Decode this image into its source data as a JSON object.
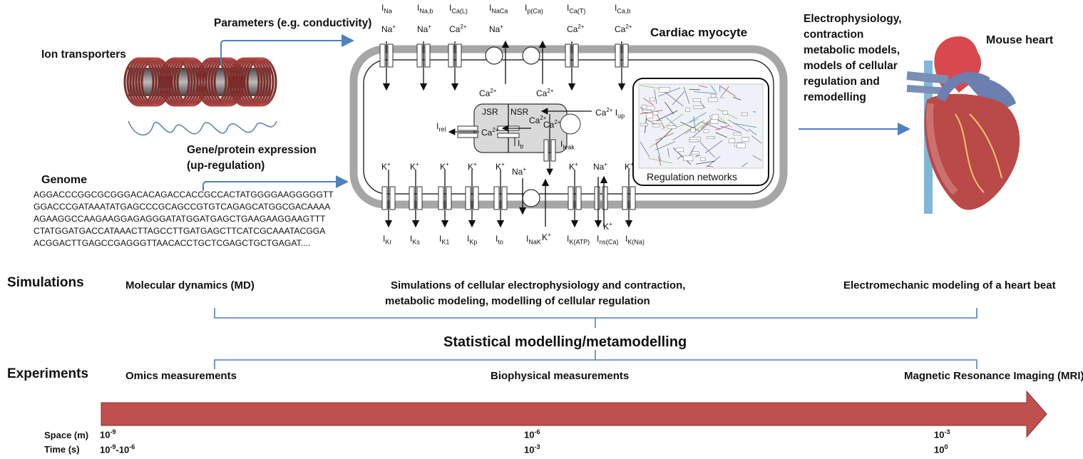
{
  "labels": {
    "parameters": "Parameters (e.g. conductivity)",
    "ion_transporters": "Ion transporters",
    "gene_protein": "Gene/protein expression",
    "up_regulation": "(up-regulation)",
    "genome": "Genome",
    "cardiac_myocyte": "Cardiac myocyte",
    "regulation_networks": "Regulation networks",
    "mouse_heart": "Mouse heart",
    "right_models": [
      "Electrophysiology,",
      "contraction",
      "metabolic models,",
      "models of cellular",
      "regulation and",
      "remodelling"
    ]
  },
  "genome_sequence": [
    "AGGACCCGGCGCGGGACACAGACCACCGCCACTATGGGGAAGGGGGTT",
    "GGACCCGATAAATATGAGCCCGCAGCCGTGTCAGAGCATGGCGACAAAA",
    "AGAAGGCCAAGAAGGAGAGGGATATGGATGAGCTGAAGAAGGAAGTTT",
    "CTATGGATGACCATAAACTTAGCCTTGATGAGCTTCATCGCAAATACGGA",
    "ACGGACTTGAGCCGAGGGTTAACACCTGCTCGAGCTGCTGAGAT...."
  ],
  "top_currents": [
    {
      "main": "I",
      "sub": "Na",
      "ion": "Na",
      "charge": "+"
    },
    {
      "main": "I",
      "sub": "Na,b",
      "ion": "Na",
      "charge": "+"
    },
    {
      "main": "I",
      "sub": "Ca(L)",
      "ion": "Ca",
      "charge": "2+"
    },
    {
      "main": "I",
      "sub": "NaCa",
      "ion": "Na",
      "charge": "+"
    },
    {
      "main": "I",
      "sub": "p(Ca)",
      "ion": "",
      "charge": ""
    },
    {
      "main": "I",
      "sub": "Ca(T)",
      "ion": "Ca",
      "charge": "2+"
    },
    {
      "main": "I",
      "sub": "Ca,b",
      "ion": "Ca",
      "charge": "2+"
    }
  ],
  "inner_ca_labels": [
    "Ca",
    "Ca"
  ],
  "sr": {
    "jsr": "JSR",
    "nsr": "NSR",
    "rel": "rel",
    "tr": "tr",
    "up": "up",
    "leak": "leak",
    "ca": "Ca",
    "ca_charge": "2+"
  },
  "bottom_top_ions": [
    "K",
    "K",
    "K",
    "K",
    "K",
    "Na",
    "K",
    "Na",
    "K"
  ],
  "bottom_currents": [
    {
      "main": "I",
      "sub": "Kr"
    },
    {
      "main": "I",
      "sub": "Ks"
    },
    {
      "main": "I",
      "sub": "K1"
    },
    {
      "main": "I",
      "sub": "Kp"
    },
    {
      "main": "I",
      "sub": "to"
    },
    {
      "main": "I",
      "sub": "NaK"
    },
    {
      "main": "I",
      "sub": "K(ATP)"
    },
    {
      "main": "I",
      "sub": "ns(Ca)"
    },
    {
      "main": "I",
      "sub": "K(Na)"
    }
  ],
  "nak_k": "K",
  "nsca_k": "K",
  "rows": {
    "simulations": "Simulations",
    "md": "Molecular dynamics (MD)",
    "sim_cell_1": "Simulations of cellular electrophysiology and contraction,",
    "sim_cell_2": "metabolic modeling, modelling of cellular regulation",
    "electromech": "Electromechanic modeling of a heart beat",
    "statistical": "Statistical modelling/metamodelling",
    "experiments": "Experiments",
    "omics": "Omics measurements",
    "biophysical": "Biophysical measurements",
    "mri": "Magnetic Resonance Imaging (MRI)"
  },
  "scale": {
    "space_label": "Space (m)",
    "time_label": "Time (s)",
    "space_values": [
      {
        "base": "10",
        "exp": "-9"
      },
      {
        "base": "10",
        "exp": "-6"
      },
      {
        "base": "10",
        "exp": "-3"
      }
    ],
    "time_values": [
      {
        "base": "10",
        "exp": "-9",
        "dash": "-",
        "base2": "10",
        "exp2": "-6"
      },
      {
        "base": "10",
        "exp": "-3"
      },
      {
        "base": "10",
        "exp": "0"
      }
    ]
  },
  "colors": {
    "arrow_red": "#c0504d",
    "arrow_blue": "#4f81bd",
    "membrane": "#a6a6a6",
    "sr_fill": "#d9d9d9",
    "coil": "#c0504d"
  }
}
